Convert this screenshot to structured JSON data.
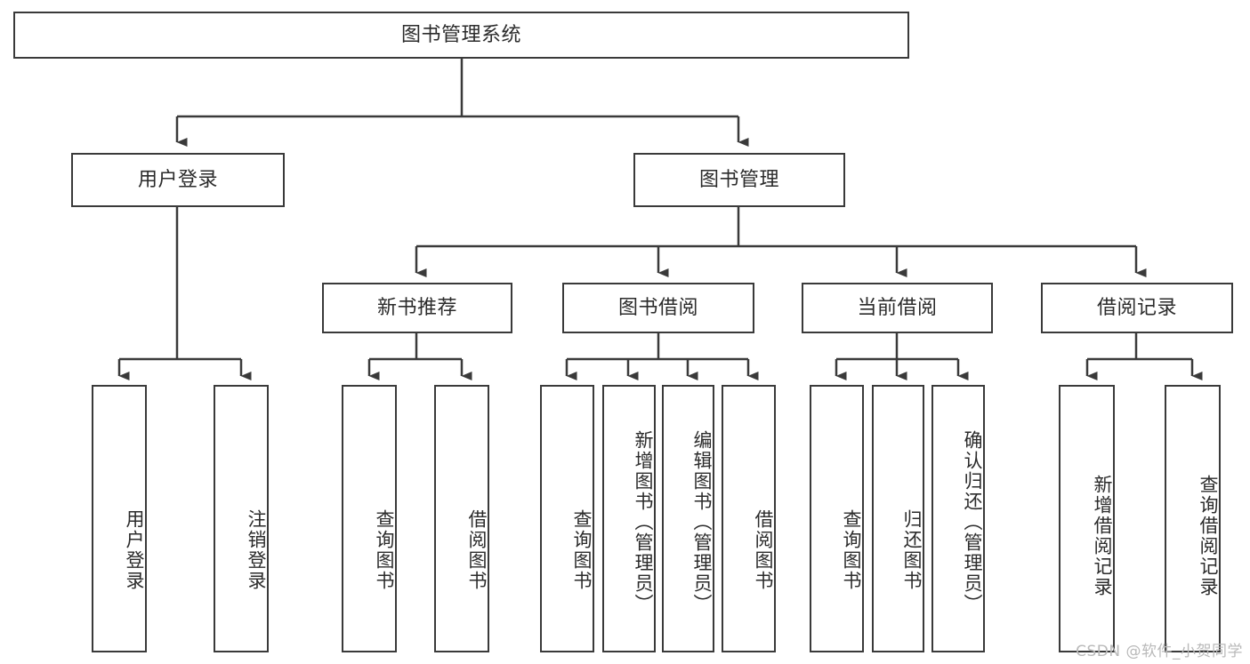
{
  "diagram": {
    "type": "tree",
    "title": "图书管理系统",
    "root": {
      "id": "root",
      "label": "图书管理系统"
    },
    "level2": [
      {
        "id": "user-login",
        "label": "用户登录"
      },
      {
        "id": "book-manage",
        "label": "图书管理"
      }
    ],
    "level3": [
      {
        "id": "new-book-recommend",
        "label": "新书推荐",
        "parent": "book-manage"
      },
      {
        "id": "book-borrow",
        "label": "图书借阅",
        "parent": "book-manage"
      },
      {
        "id": "current-borrow",
        "label": "当前借阅",
        "parent": "book-manage"
      },
      {
        "id": "borrow-record",
        "label": "借阅记录",
        "parent": "book-manage"
      }
    ],
    "leaves": [
      {
        "id": "leaf-user-login",
        "label": "用户登录",
        "parent": "user-login"
      },
      {
        "id": "leaf-logout-login",
        "label": "注销登录",
        "parent": "user-login"
      },
      {
        "id": "leaf-query-book-1",
        "label": "查询图书",
        "parent": "new-book-recommend"
      },
      {
        "id": "leaf-borrow-book-1",
        "label": "借阅图书",
        "parent": "new-book-recommend"
      },
      {
        "id": "leaf-query-book-2",
        "label": "查询图书",
        "parent": "book-borrow"
      },
      {
        "id": "leaf-add-book",
        "label": "新增图书（管理员）",
        "parent": "book-borrow"
      },
      {
        "id": "leaf-edit-book",
        "label": "编辑图书（管理员）",
        "parent": "book-borrow"
      },
      {
        "id": "leaf-borrow-book-2",
        "label": "借阅图书",
        "parent": "book-borrow"
      },
      {
        "id": "leaf-query-book-3",
        "label": "查询图书",
        "parent": "current-borrow"
      },
      {
        "id": "leaf-return-book",
        "label": "归还图书",
        "parent": "current-borrow"
      },
      {
        "id": "leaf-confirm-return",
        "label": "确认归还（管理员）",
        "parent": "current-borrow"
      },
      {
        "id": "leaf-add-record",
        "label": "新增借阅记录",
        "parent": "borrow-record"
      },
      {
        "id": "leaf-query-record",
        "label": "查询借阅记录",
        "parent": "borrow-record"
      }
    ]
  },
  "watermark": {
    "text": "CSDN @软件_小贺同学"
  },
  "colors": {
    "border": "#3a3a3a",
    "text": "#2b2b2b",
    "background": "#ffffff",
    "watermark": "#b9b9b9"
  }
}
